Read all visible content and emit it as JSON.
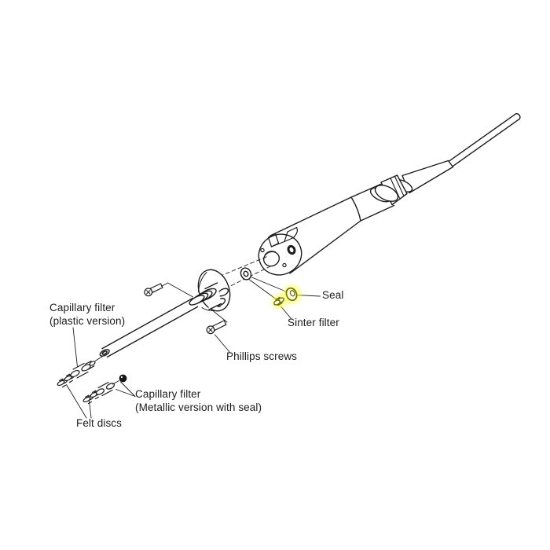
{
  "figure": {
    "kind": "exploded-parts-diagram",
    "colors": {
      "background": "#ffffff",
      "line": "#1c1c1c",
      "highlight_glow": "#ffff44",
      "highlight_stroke": "#6f6f0a",
      "highlight_fill": "#fffbdd"
    },
    "highlighted_parts": [
      "Seal",
      "Sinter filter"
    ],
    "labels": {
      "capillary_plastic_1": "Capillary filter",
      "capillary_plastic_2": "(plastic version)",
      "seal": "Seal",
      "sinter": "Sinter filter",
      "phillips": "Phillips screws",
      "capillary_metallic_1": "Capillary filter",
      "capillary_metallic_2": "(Metallic version with seal)",
      "felt": "Felt discs"
    }
  }
}
